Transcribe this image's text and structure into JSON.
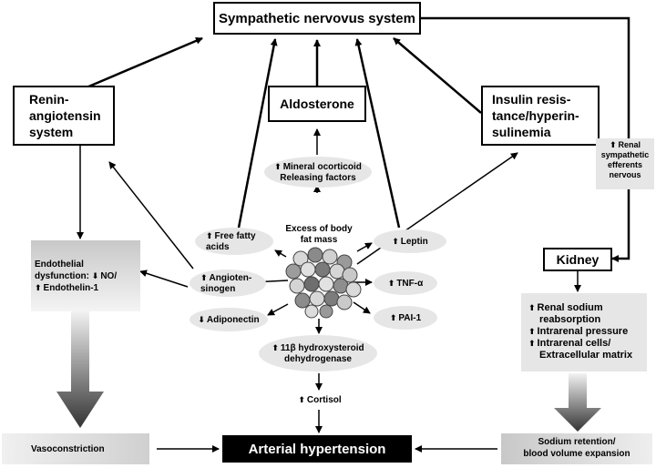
{
  "nodes": {
    "sympathetic": "Sympathetic nervovus system",
    "renin": [
      "Renin-",
      "angiotensin",
      "system"
    ],
    "aldosterone": "Aldosterone",
    "insulin": [
      "Insulin resis-",
      "tance/hyperin-",
      "sulinemia"
    ],
    "renal_symp": [
      "Renal",
      "sympathetic",
      "efferents",
      "nervous"
    ],
    "kidney": "Kidney",
    "mineral": [
      "Mineral ocorticoid",
      "Releasing factors"
    ],
    "center": [
      "Excess of body",
      "fat mass"
    ],
    "ffa": [
      "Free fatty",
      "acids"
    ],
    "leptin": "Leptin",
    "angiotensinogen": [
      "Angioten-",
      "sinogen"
    ],
    "tnf": "TNF-α",
    "adiponectin": "Adiponectin",
    "pai": "PAI-1",
    "hsd": [
      "11β hydroxysteroid",
      "dehydrogenase"
    ],
    "cortisol": "Cortisol",
    "endothelial": [
      "Endothelial",
      "dysfunction:",
      "NO/",
      "Endothelin-1"
    ],
    "renal_sodium": [
      "Renal sodium",
      "reabsorption",
      "Intrarenal pressure",
      "Intrarenal cells/",
      "Extracellular matrix"
    ],
    "vaso": "Vasoconstriction",
    "hypertension": "Arterial hypertension",
    "sodium_retention": [
      "Sodium retention/",
      "blood volume expansion"
    ]
  }
}
